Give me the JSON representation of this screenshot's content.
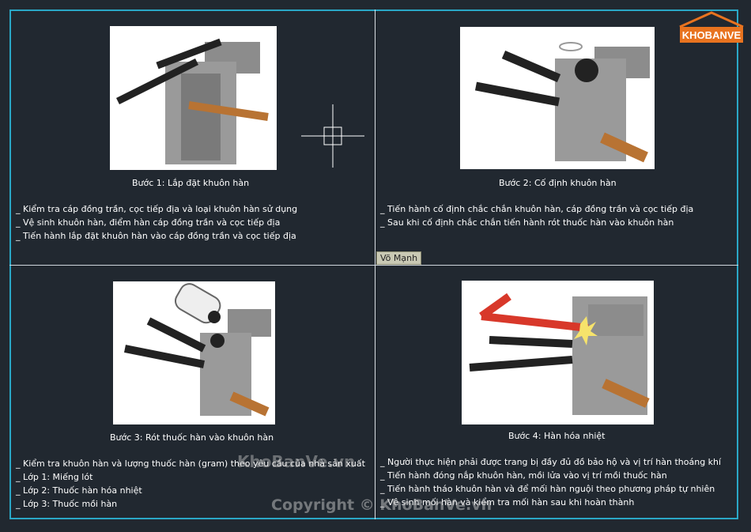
{
  "logo": {
    "text": "KHOBANVE",
    "roof_color": "#e8731f"
  },
  "panels": [
    {
      "caption": "Bước 1: Lắp đặt khuôn hàn",
      "bullets": [
        "_ Kiểm tra cáp đồng trần, cọc tiếp địa và loại khuôn hàn sử dụng",
        "_ Vệ sinh khuôn hàn, điểm hàn cáp đồng trần và cọc tiếp địa",
        "_ Tiến hành lắp đặt khuôn hàn vào cáp đồng trần và cọc tiếp địa"
      ]
    },
    {
      "caption": "Bước 2: Cố định khuôn hàn",
      "bullets": [
        "_ Tiến hành cố định chắc chắn khuôn hàn, cáp đồng trần và cọc tiếp địa",
        "_ Sau khi cố định chắc chắn tiến hành rót thuốc hàn vào khuôn hàn"
      ]
    },
    {
      "caption": "Bước 3: Rót thuốc hàn vào khuôn hàn",
      "bullets": [
        "_ Kiểm tra khuôn hàn và lượng thuốc hàn (gram) theo yêu cầu của nhà sản xuất",
        "_ Lớp 1: Miếng lót",
        "_ Lớp 2: Thuốc hàn hóa nhiệt",
        "_ Lớp 3: Thuốc mồi hàn"
      ]
    },
    {
      "caption": "Bước 4: Hàn hóa nhiệt",
      "bullets": [
        "_ Người thực hiện phải được trang bị đầy đủ đồ bảo hộ và vị trí hàn thoáng khí",
        "_ Tiến hành đóng nắp khuôn hàn, mồi lửa vào vị trí mồi thuốc hàn",
        "_ Tiến hành tháo khuôn hàn và để mối hàn nguội theo phương pháp tự nhiên",
        "_ Vệ sinh mối hàn và kiểm tra mối hàn sau khi hoàn thành"
      ]
    }
  ],
  "name_tag": "Võ Mạnh",
  "watermarks": {
    "site": "KhoBanVe.vn",
    "copyright": "Copyright © KhoBanVe.vn"
  }
}
